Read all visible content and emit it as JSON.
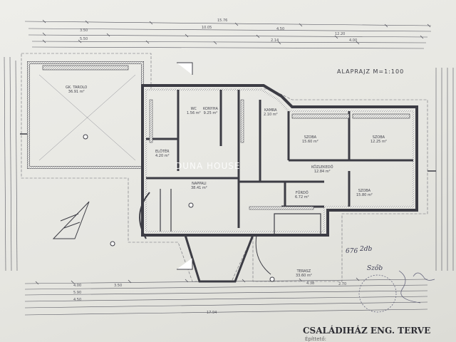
{
  "drawing": {
    "title": "CSALÁDIHÁZ ENG. TERVE",
    "subtitle": "Építtető:",
    "heading": "ALAPRAJZ M=1:100",
    "watermark": "DUNA HOUSE",
    "handwritten": {
      "note1": "676",
      "note2": "Szőb",
      "note3": "2db"
    },
    "rooms": {
      "garage": {
        "name": "GK. TAROLO",
        "area": "36.91 m²"
      },
      "room_right_1": {
        "name": "SZOBA",
        "area": "15.60 m²"
      },
      "room_right_2": {
        "name": "SZOBA",
        "area": "12.25 m²"
      },
      "hall": {
        "name": "KÖZLEKEDŐ",
        "area": "12.84 m²"
      },
      "room_lower": {
        "name": "SZOBA",
        "area": "15.80 m²"
      },
      "bath": {
        "name": "FÜRDŐ",
        "area": "6.72 m²"
      },
      "living": {
        "name": "NAPPALI",
        "area": "38.41 m²"
      },
      "kitchen": {
        "name": "KONYHA",
        "area": "9.25 m²"
      },
      "terrace": {
        "name": "TERASZ",
        "area": "33.60 m²"
      },
      "lobby": {
        "name": "ELŐTÉR",
        "area": "4.20 m²"
      },
      "wc": {
        "name": "WC",
        "area": "1.56 m²"
      },
      "pantry": {
        "name": "KAMRA",
        "area": "2.10 m²"
      }
    },
    "dims": {
      "top1": "15.76",
      "top2": "10.05",
      "top3": "4.50",
      "top4": "12.20",
      "top5": "3.50",
      "top6": "5.50",
      "top7": "4.00",
      "top8": "2.14",
      "bot1": "17.94",
      "bot2": "4.00",
      "bot3": "5.90",
      "bot4": "3.50",
      "bot5": "4.38",
      "bot6": "2.70",
      "bot7": "4.50"
    }
  }
}
